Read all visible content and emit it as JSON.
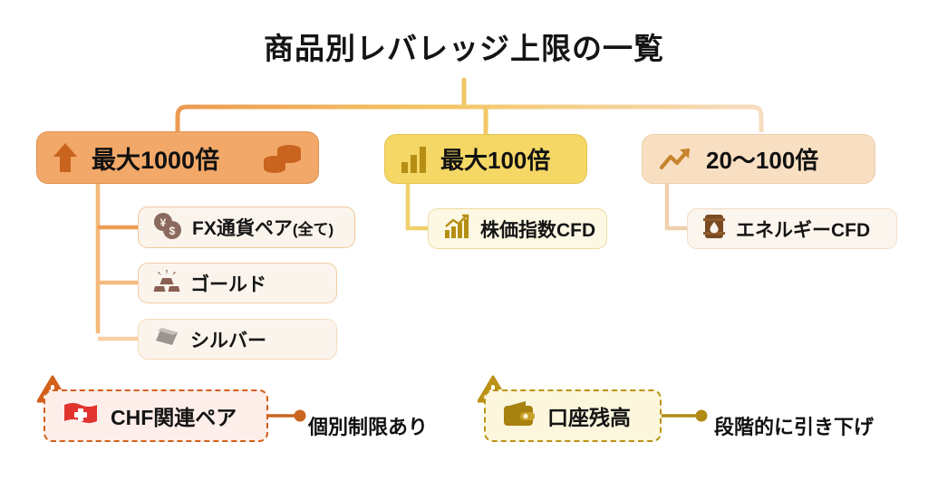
{
  "page": {
    "title": "商品別レバレッジ上限の一覧",
    "background": "#ffffff"
  },
  "colors": {
    "tier1_accent": "#f2a868",
    "tier2_accent": "#f4d765",
    "tier3_accent": "#f8dfc2",
    "chip_bg": "#fbf4ec",
    "warn_orange": "#d2601a",
    "warn_gold": "#bb9216",
    "text": "#141414"
  },
  "tiers": [
    {
      "id": "tier-1000",
      "label": "最大1000倍",
      "lead_icon": "up-arrow-icon",
      "trail_icon": "coins-stack-icon",
      "accent": "#f2a868",
      "items": [
        {
          "label": "FX通貨ペア",
          "suffix": "(全て)",
          "icon": "currency-coins-icon"
        },
        {
          "label": "ゴールド",
          "suffix": "",
          "icon": "gold-bars-icon"
        },
        {
          "label": "シルバー",
          "suffix": "",
          "icon": "silver-bar-icon"
        }
      ]
    },
    {
      "id": "tier-100",
      "label": "最大100倍",
      "lead_icon": "bar-chart-icon",
      "trail_icon": "",
      "accent": "#f4d765",
      "items": [
        {
          "label": "株価指数CFD",
          "suffix": "",
          "icon": "chart-uptrend-icon"
        }
      ]
    },
    {
      "id": "tier-20-100",
      "label": "20〜100倍",
      "lead_icon": "trending-up-arrow-icon",
      "trail_icon": "",
      "accent": "#f8dfc2",
      "items": [
        {
          "label": "エネルギーCFD",
          "suffix": "",
          "icon": "oil-barrel-icon"
        }
      ]
    }
  ],
  "notes": [
    {
      "id": "note-chf",
      "label": "CHF関連ペア",
      "icon": "swiss-flag-icon",
      "warning_icon": "warning-triangle-icon",
      "result": "個別制限あり",
      "accent": "#d2601a"
    },
    {
      "id": "note-balance",
      "label": "口座残高",
      "icon": "wallet-icon",
      "warning_icon": "warning-triangle-icon",
      "result": "段階的に引き下げ",
      "accent": "#bb9216"
    }
  ]
}
